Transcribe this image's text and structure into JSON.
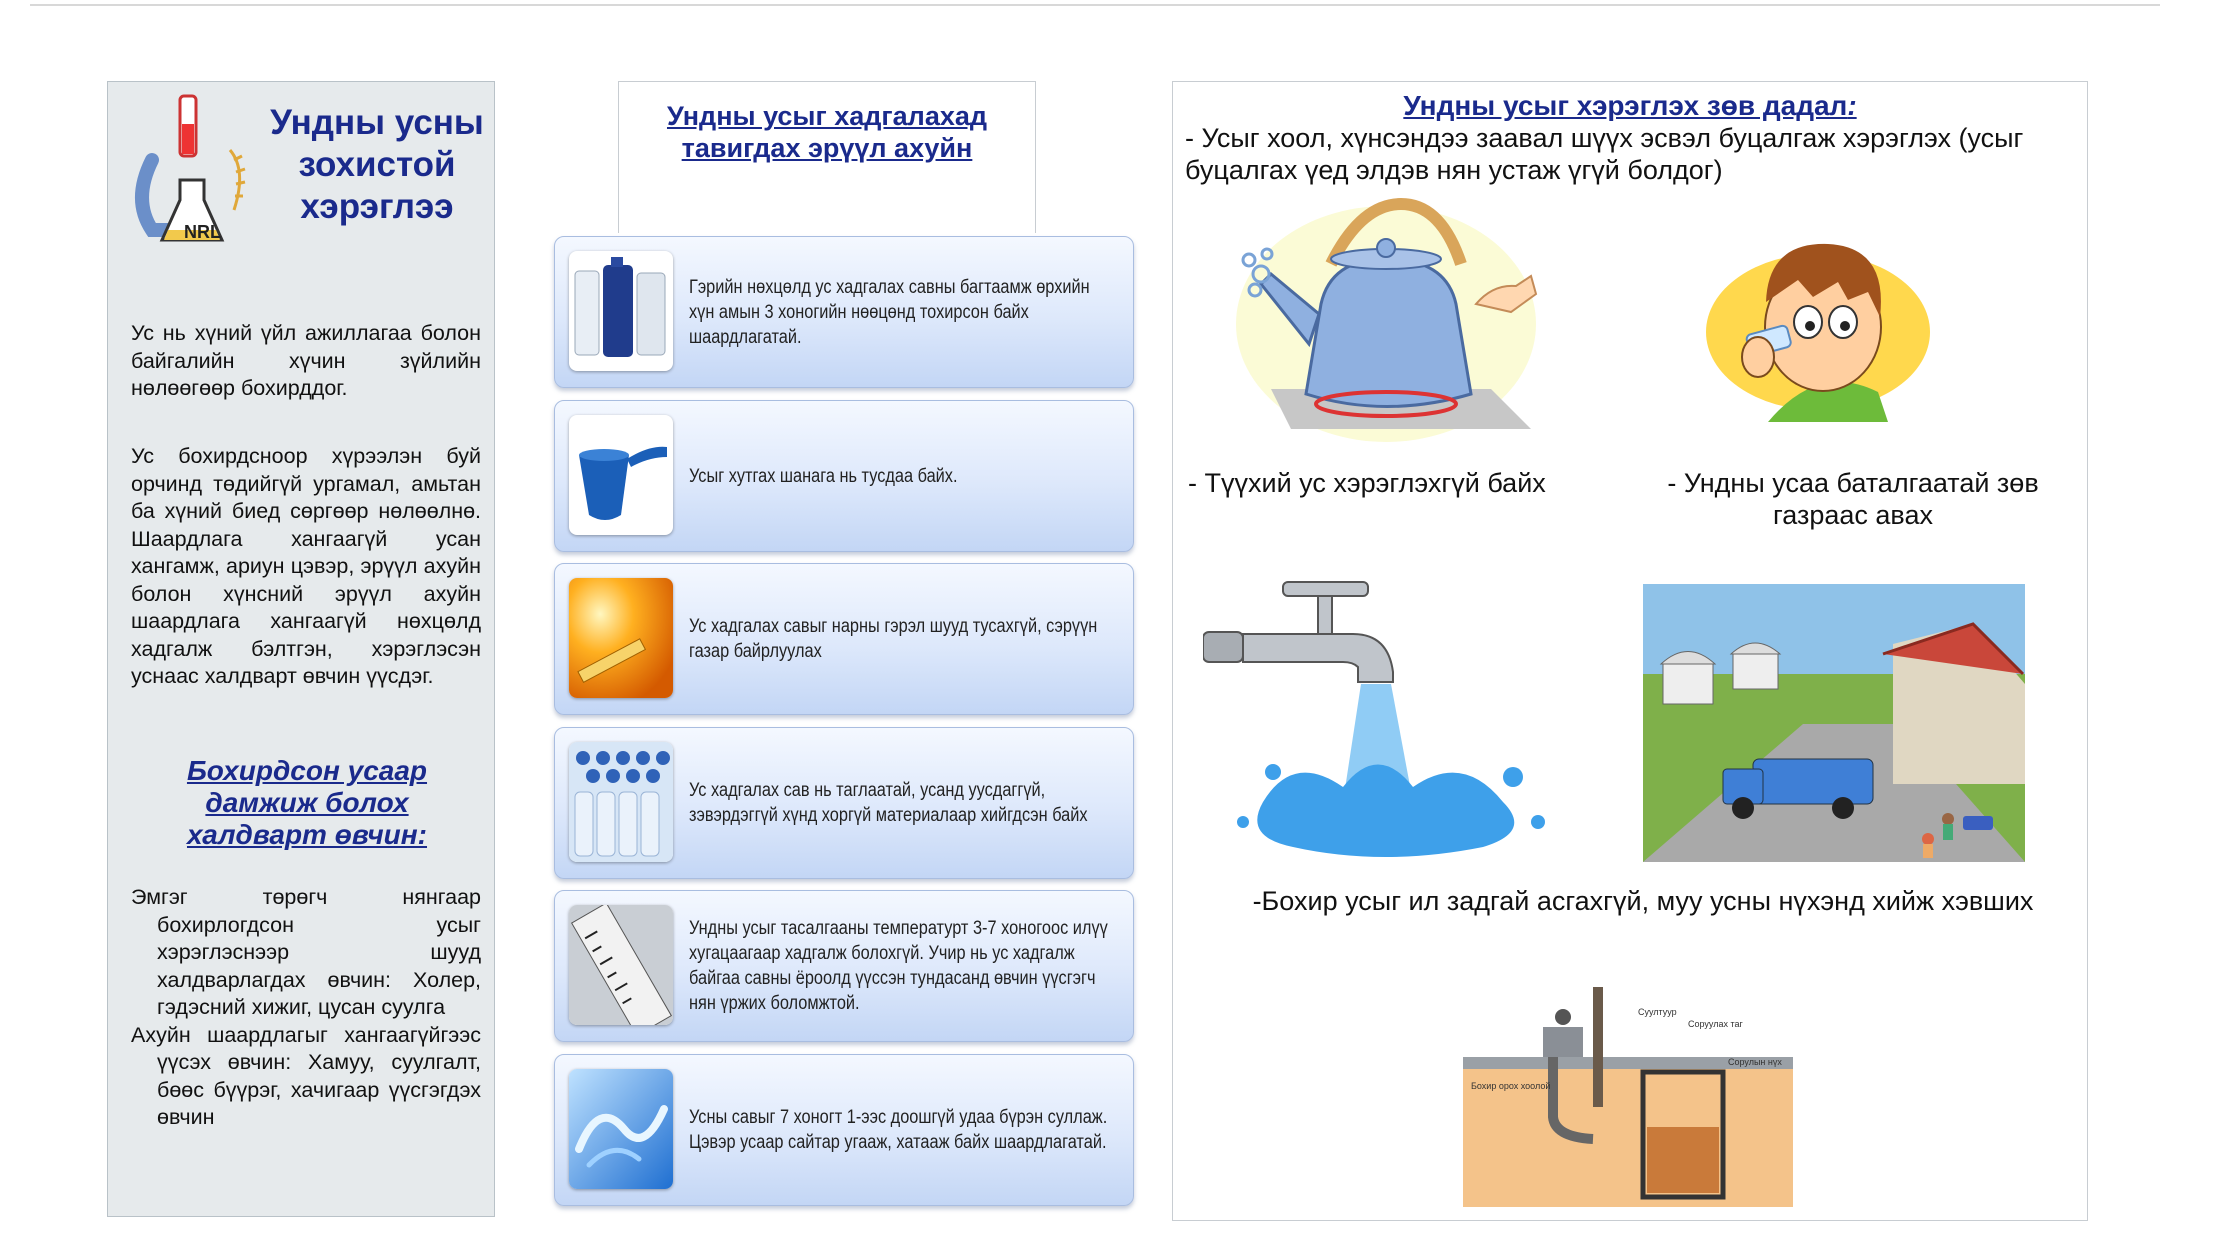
{
  "left": {
    "title": "Ундны усны зохистой хэрэглээ",
    "logo_text": "NRL",
    "p1": "Ус нь хүний үйл ажиллагаа болон байгалийн хүчин зүйлийн нөлөөгөөр бохирддог.",
    "p2": "Ус бохирдсноор хүрээлэн буй орчинд төдийгүй ургамал, амьтан ба хүний биед сөргөөр нөлөөлнө. Шаардлага хангаагүй усан хангамж, ариун цэвэр, эрүүл ахуйн болон хүнсний эрүүл ахуйн шаардлага хангаагүй нөхцөлд хадгалж бэлтгэн, хэрэглэсэн уснаас халдварт өвчин үүсдэг.",
    "subheading": "Бохирдсон усаар дамжиж болох халдварт өвчин:",
    "list": [
      "Эмгэг төрөгч нянгаар бохирлогдсон усыг хэрэглэснээр шууд халдварлагдах өвчин: Холер, гэдэсний хижиг, цусан суулга",
      "Ахуйн шаардлагыг хангаагүйгээс үүсэх өвчин: Хамуу, суулгалт, бөөс бүүрэг, хачигаар үүсгэгдэх өвчин"
    ]
  },
  "middle": {
    "title": "Ундны усыг хадгалахад тавигдах эрүүл ахуйн",
    "cards": [
      {
        "icon": "water-jugs-icon",
        "text": "Гэрийн нөхцөлд ус хадгалах савны багтаамж өрхийн хүн амын 3 хоногийн нөөцөнд тохирсон байх шаардлагатай."
      },
      {
        "icon": "water-scoop-icon",
        "text": "Усыг хутгах шанага нь тусдаа байх."
      },
      {
        "icon": "sun-heat-icon",
        "text": "Ус хадгалах савыг нарны гэрэл шууд тусахгүй, сэрүүн газар байрлуулах"
      },
      {
        "icon": "water-bottles-icon",
        "text": "Ус хадгалах сав нь таглаатай, усанд уусдаггүй, зэвэрдэггүй хүнд хоргүй материалаар хийгдсэн байх"
      },
      {
        "icon": "thermometer-icon",
        "text": "Ундны усыг тасалгааны температурт 3-7 хоногоос илүү хугацаагаар хадгалж болохгүй. Учир нь ус хадгалж байгаа савны ёроолд үүссэн тундасанд өвчин үүсгэгч нян үржих боломжтой."
      },
      {
        "icon": "water-wave-icon",
        "text": "Усны савыг 7 хоногт 1-ээс доошгүй удаа бүрэн суллаж. Цэвэр усаар сайтар угааж, хатааж байх шаардлагатай."
      }
    ]
  },
  "right": {
    "title": "Ундны усыг хэрэглэх зөв дадал",
    "title_colon": ":",
    "intro": "- Усыг хоол, хүнсэндээ заавал шүүх эсвэл буцалгаж хэрэглэх (усыг буцалгах үед элдэв нян устаж үгүй болдог)",
    "caption1": "- Түүхий ус хэрэглэхгүй байх",
    "caption2": "- Ундны усаа баталгаатай зөв газраас авах",
    "caption3": "-Бохир усыг ил задгай асгахгүй, муу усны нүхэнд хийж хэвших",
    "diagram_labels": {
      "l1": "Суултуур",
      "l2": "Соруулах таг",
      "l3": "Сорулын нүх",
      "l4": "Бохир орох хоолой"
    }
  },
  "colors": {
    "heading_blue": "#1a2a8c",
    "panel_gray": "#e6eaec",
    "card_blue": "#c3d6f5"
  }
}
